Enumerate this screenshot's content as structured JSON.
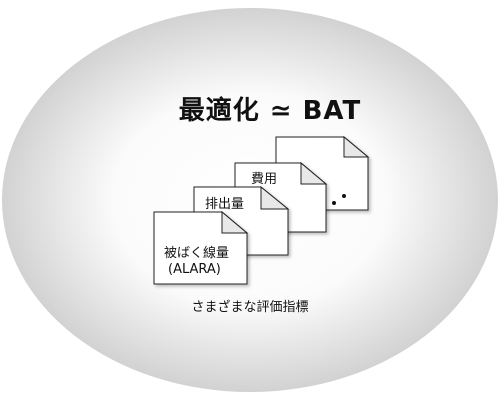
{
  "title": "最適化 ≃ BAT",
  "cards": [
    {
      "label": "費用"
    },
    {
      "label": "排出量"
    },
    {
      "label_line1": "被ばく線量",
      "label_line2": "(ALARA)"
    }
  ],
  "footer": "さまざまな評価指標",
  "colors": {
    "ellipse_center": "#ffffff",
    "ellipse_edge": "#cfcfcf",
    "card_stroke": "#222222"
  }
}
